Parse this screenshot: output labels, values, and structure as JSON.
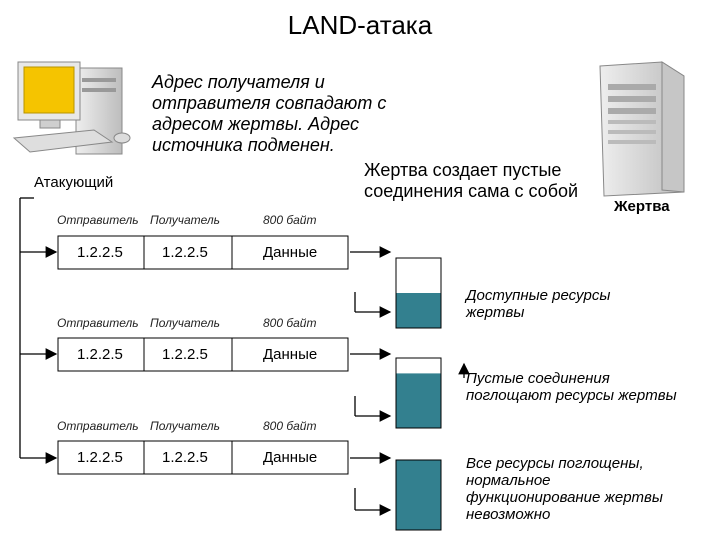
{
  "title": "LAND-атака",
  "attacker_label": "Атакующий",
  "victim_label": "Жертва",
  "spoof_note": [
    "Адрес получателя и",
    "отправителя совпадают с",
    "адресом жертвы. Адрес",
    "источника подменен."
  ],
  "victim_note": [
    "Жертва создает пустые",
    "соединения сама с собой"
  ],
  "packets": [
    {
      "sender_header": "Отправитель",
      "receiver_header": "Получатель",
      "size_header": "800 байт",
      "sender": "1.2.2.5",
      "receiver": "1.2.2.5",
      "payload": "Данные"
    },
    {
      "sender_header": "Отправитель",
      "receiver_header": "Получатель",
      "size_header": "800 байт",
      "sender": "1.2.2.5",
      "receiver": "1.2.2.5",
      "payload": "Данные"
    },
    {
      "sender_header": "Отправитель",
      "receiver_header": "Получатель",
      "size_header": "800 байт",
      "sender": "1.2.2.5",
      "receiver": "1.2.2.5",
      "payload": "Данные"
    }
  ],
  "resources": [
    {
      "text": [
        "Доступные ресурсы",
        "жертвы"
      ],
      "fill_fraction": 0.5
    },
    {
      "text": [
        "Пустые соединения",
        "поглощают ресурсы жертвы"
      ],
      "fill_fraction": 0.78
    },
    {
      "text": [
        "Все ресурсы поглощены,",
        "нормальное",
        "функционирование жертвы",
        "невозможно"
      ],
      "fill_fraction": 1.0
    }
  ],
  "colors": {
    "resource_fill": "#33808f",
    "monitor_screen": "#f5c400",
    "line": "#000000"
  }
}
